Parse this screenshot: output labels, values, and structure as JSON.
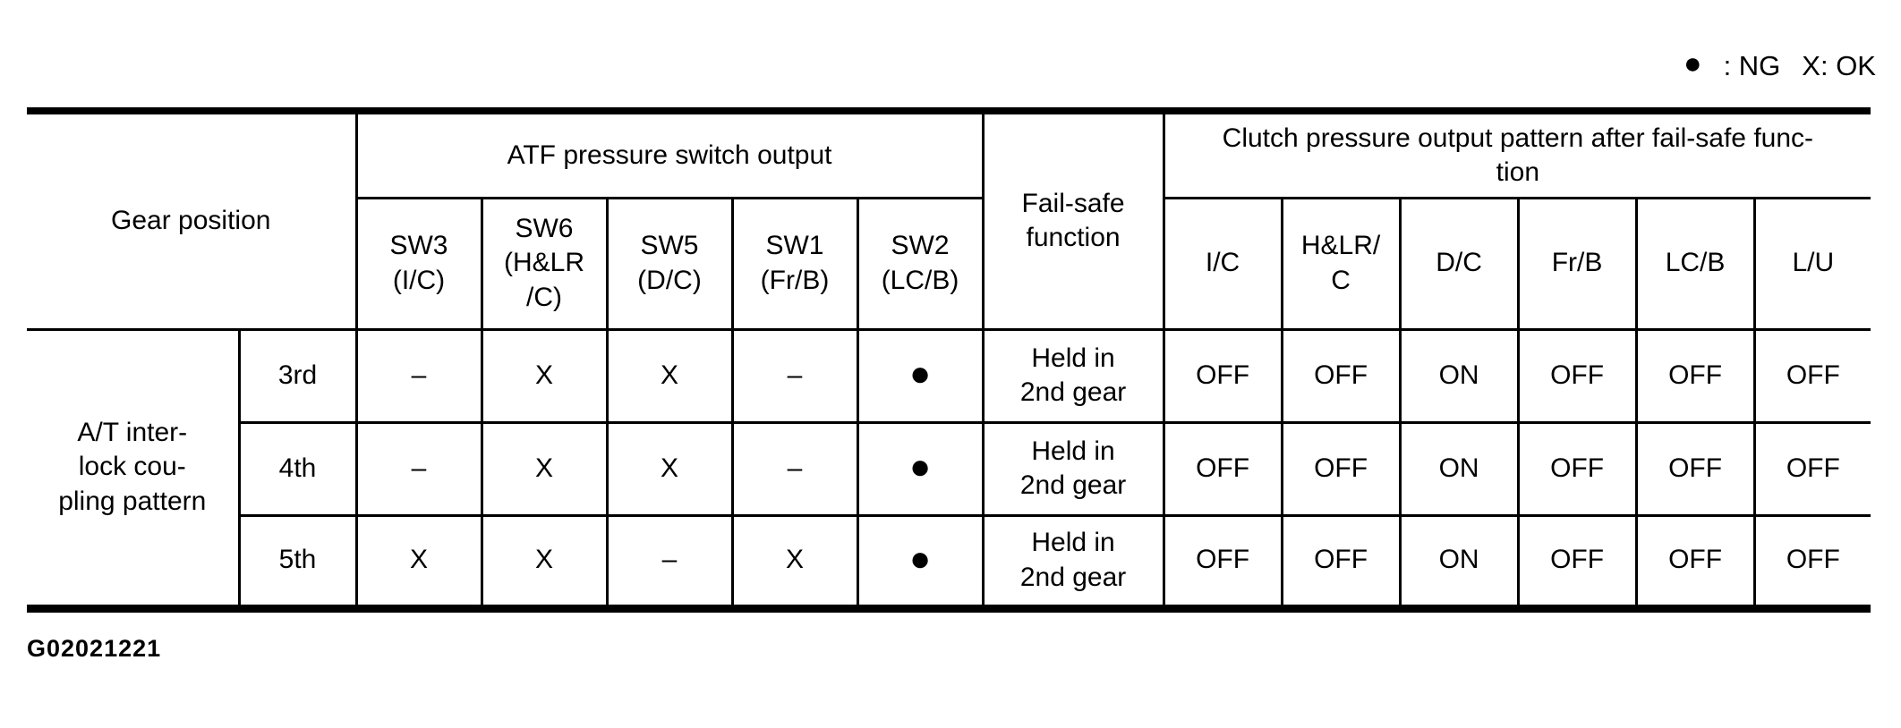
{
  "legend": {
    "ng": "●: NG",
    "ng_symbol": "●",
    "ng_text": ": NG",
    "ok": "X: OK"
  },
  "figure_id": "G02021221",
  "table": {
    "header": {
      "gear_position": "Gear position",
      "atf_group": "ATF pressure switch output",
      "fail_safe": "Fail-safe\nfunction",
      "clutch_group": "Clutch pressure output pattern after fail-safe func-\ntion",
      "atf_columns": [
        "SW3\n(I/C)",
        "SW6\n(H&LR\n/C)",
        "SW5\n(D/C)",
        "SW1\n(Fr/B)",
        "SW2\n(LC/B)"
      ],
      "clutch_columns": [
        "I/C",
        "H&LR/\nC",
        "D/C",
        "Fr/B",
        "LC/B",
        "L/U"
      ]
    },
    "row_group_label": "A/T inter-\nlock cou-\npling pattern",
    "rows": [
      {
        "gear": "3rd",
        "atf": [
          "–",
          "X",
          "X",
          "–",
          "●"
        ],
        "fail_safe": "Held in\n2nd gear",
        "clutch": [
          "OFF",
          "OFF",
          "ON",
          "OFF",
          "OFF",
          "OFF"
        ]
      },
      {
        "gear": "4th",
        "atf": [
          "–",
          "X",
          "X",
          "–",
          "●"
        ],
        "fail_safe": "Held in\n2nd gear",
        "clutch": [
          "OFF",
          "OFF",
          "ON",
          "OFF",
          "OFF",
          "OFF"
        ]
      },
      {
        "gear": "5th",
        "atf": [
          "X",
          "X",
          "–",
          "X",
          "●"
        ],
        "fail_safe": "Held in\n2nd gear",
        "clutch": [
          "OFF",
          "OFF",
          "ON",
          "OFF",
          "OFF",
          "OFF"
        ]
      }
    ]
  }
}
